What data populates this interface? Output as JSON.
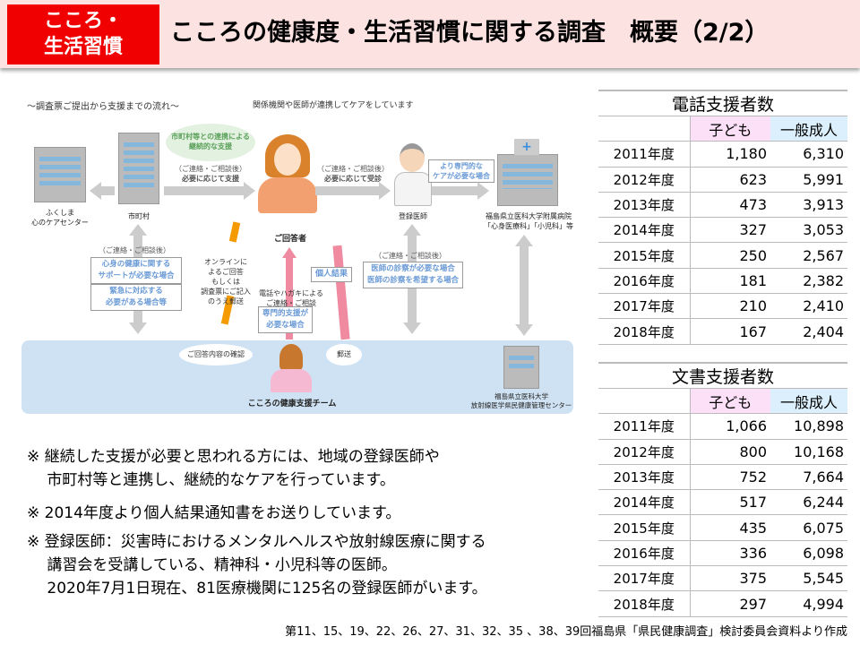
{
  "header": {
    "badge_line1": "こころ・",
    "badge_line2": "生活習慣",
    "title": "こころの健康度・生活習慣に関する調査　概要（2/2）"
  },
  "diagram": {
    "heading": "～調査票ご提出から支援までの流れ～",
    "subheading": "関係機関や医師が連携してケアをしています",
    "care_center": [
      "ふくしま",
      "心のケアセンター"
    ],
    "municipality": "市町村",
    "respondent": "ご回答者",
    "doctor": "登録医師",
    "hospital": [
      "福島県立医科大学附属病院",
      "「心身医療科」「小児科」等"
    ],
    "bubble": [
      "市町村等との連携による",
      "継続的な支援"
    ],
    "arrow_mun_note": [
      "（ご連絡・ご相談後）",
      "必要に応じて支援"
    ],
    "arrow_doc_note": [
      "（ご連絡・ご相談後）",
      "必要に応じて受診"
    ],
    "specialized_box": [
      "より専門的な",
      "ケアが必要な場合"
    ],
    "left_note": "（ご連絡・ご相談後）",
    "left_box1": [
      "心身の健康に関する",
      "サポートが必要な場合"
    ],
    "left_box2": [
      "緊急に対応する",
      "必要がある場合等"
    ],
    "online_note": [
      "オンラインに",
      "よるご回答",
      "もしくは",
      "調査票にご記入",
      "のうえ郵送"
    ],
    "phone_note": [
      "電話やハガキによる",
      "ご連絡・ご相談"
    ],
    "pro_box": [
      "専門的支援が",
      "必要な場合"
    ],
    "result_box": "個人結果",
    "right_note": "（ご連絡・ご相談後）",
    "right_box": [
      "医師の診察が必要な場合",
      "医師の診察を希望する場合"
    ],
    "confirm": "ご回答内容の確認",
    "mail": "郵送",
    "team": "こころの健康支援チーム",
    "center": [
      "福島県立医科大学",
      "放射線医学県民健康管理センター"
    ]
  },
  "phone_table": {
    "title": "電話支援者数",
    "col_child": "子ども",
    "col_adult": "一般成人",
    "rows": [
      [
        "2011年度",
        "1,180",
        "6,310"
      ],
      [
        "2012年度",
        "623",
        "5,991"
      ],
      [
        "2013年度",
        "473",
        "3,913"
      ],
      [
        "2014年度",
        "327",
        "3,053"
      ],
      [
        "2015年度",
        "250",
        "2,567"
      ],
      [
        "2016年度",
        "181",
        "2,382"
      ],
      [
        "2017年度",
        "210",
        "2,410"
      ],
      [
        "2018年度",
        "167",
        "2,404"
      ]
    ]
  },
  "doc_table": {
    "title": "文書支援者数",
    "col_child": "子ども",
    "col_adult": "一般成人",
    "rows": [
      [
        "2011年度",
        "1,066",
        "10,898"
      ],
      [
        "2012年度",
        "800",
        "10,168"
      ],
      [
        "2013年度",
        "752",
        "7,664"
      ],
      [
        "2014年度",
        "517",
        "6,244"
      ],
      [
        "2015年度",
        "435",
        "6,075"
      ],
      [
        "2016年度",
        "336",
        "6,098"
      ],
      [
        "2017年度",
        "375",
        "5,545"
      ],
      [
        "2018年度",
        "297",
        "4,994"
      ]
    ]
  },
  "notes": [
    [
      "※ 継続した支援が必要と思われる方には、地域の登録医師や",
      "　 市町村等と連携し、継続的なケアを行っています。"
    ],
    [
      "※ 2014年度より個人結果通知書をお送りしています。"
    ],
    [
      "※ 登録医師：災害時におけるメンタルヘルスや放射線医療に関する",
      "　 講習会を受講している、精神科・小児科等の医師。",
      "　 2020年7月1日現在、81医療機関に125名の登録医師がいます。"
    ]
  ],
  "footer": "第11、15、19、22、26、27、31、32、35 、38、39回福島県「県民健康調査」検討委員会資料より作成"
}
